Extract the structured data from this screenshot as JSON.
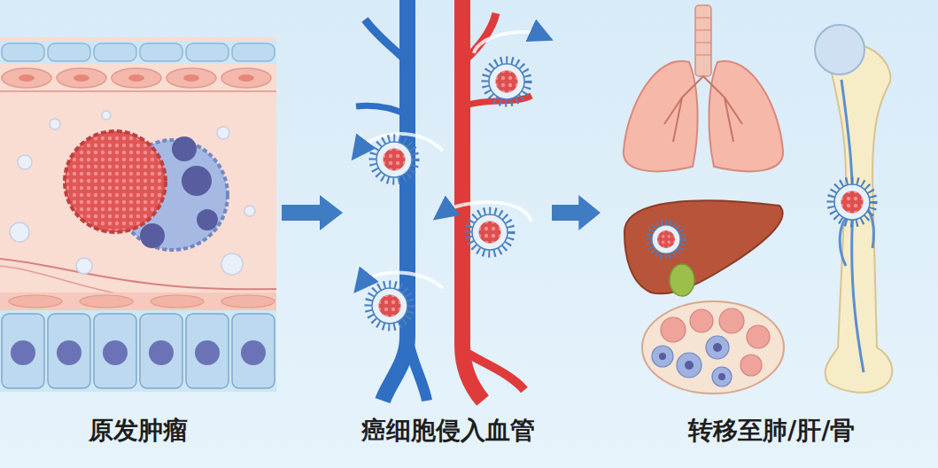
{
  "diagram": {
    "nodes": [
      {
        "text": [
          "原发肿瘤"
        ]
      },
      {
        "text": [
          "癌细胞侵入血管"
        ]
      },
      {
        "text": [
          "转移至肺/肝/骨"
        ]
      }
    ],
    "edges": [
      {
        "from": 0,
        "to": 1,
        "arrow": "to"
      },
      {
        "from": 1,
        "to": 2,
        "arrow": "to"
      }
    ]
  }
}
